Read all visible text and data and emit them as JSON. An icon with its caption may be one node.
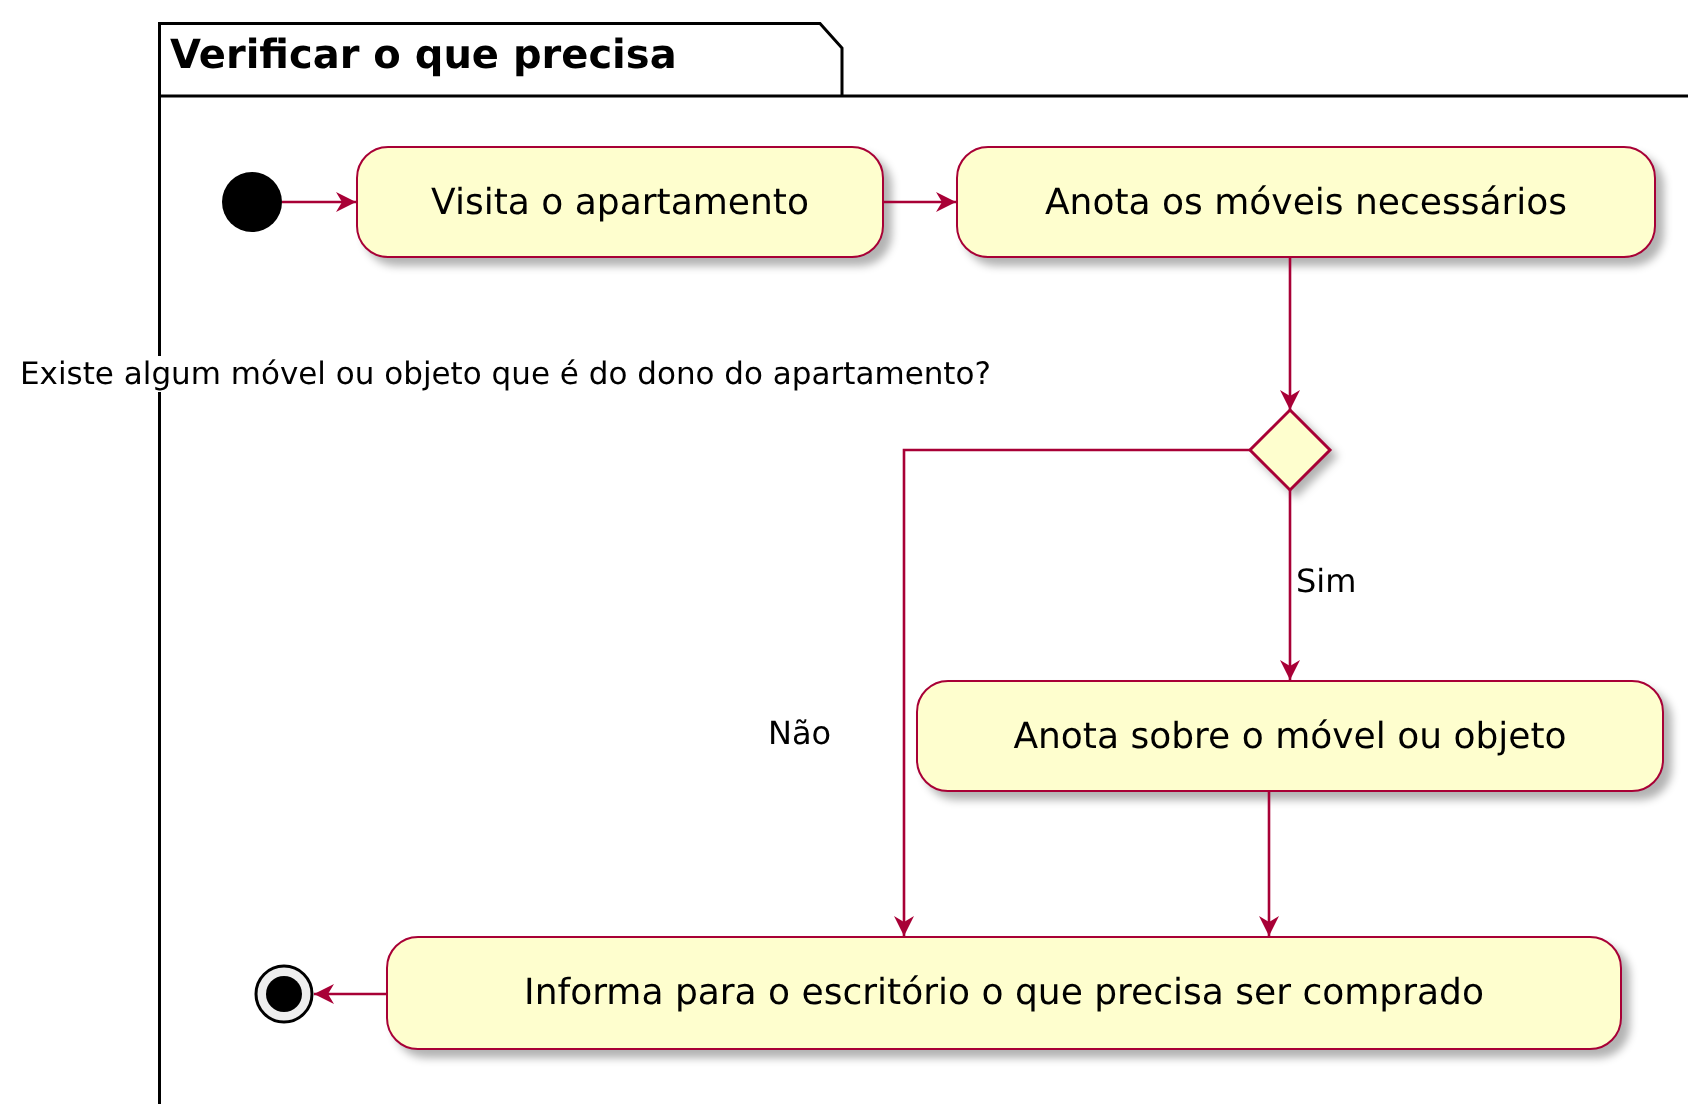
{
  "diagram": {
    "nodes": [
      {
        "text": [
          "Verificar o que precisa"
        ]
      },
      {
        "text": [],
        "shape": "circle",
        "in": 0
      },
      {
        "text": [
          "Visita o apartamento"
        ],
        "in": 0
      },
      {
        "text": [
          "Anota os móveis necessários"
        ],
        "in": 0
      },
      {
        "text": [],
        "shape": "diamond",
        "in": 0
      },
      {
        "text": [
          "Anota sobre o móvel ou objeto"
        ],
        "in": 0
      },
      {
        "text": [
          "Informa para o escritório o que precisa ser comprado"
        ],
        "in": 0
      },
      {
        "text": [],
        "shape": "bullseye",
        "in": 0
      }
    ],
    "edges": [
      {
        "from": 1,
        "to": 2,
        "arrow": "to"
      },
      {
        "from": 2,
        "to": 3,
        "arrow": "to"
      },
      {
        "from": 3,
        "to": 4,
        "arrow": "to"
      },
      {
        "from": 4,
        "to": 5,
        "arrow": "to",
        "label": "Sim"
      },
      {
        "from": 4,
        "to": 6,
        "arrow": "to",
        "label": "Não"
      },
      {
        "from": 5,
        "to": 6,
        "arrow": "to"
      },
      {
        "from": 6,
        "to": 7,
        "arrow": "to"
      }
    ],
    "labels": [
      "Existe algum móvel ou objeto que é do dono do apartamento?"
    ]
  }
}
